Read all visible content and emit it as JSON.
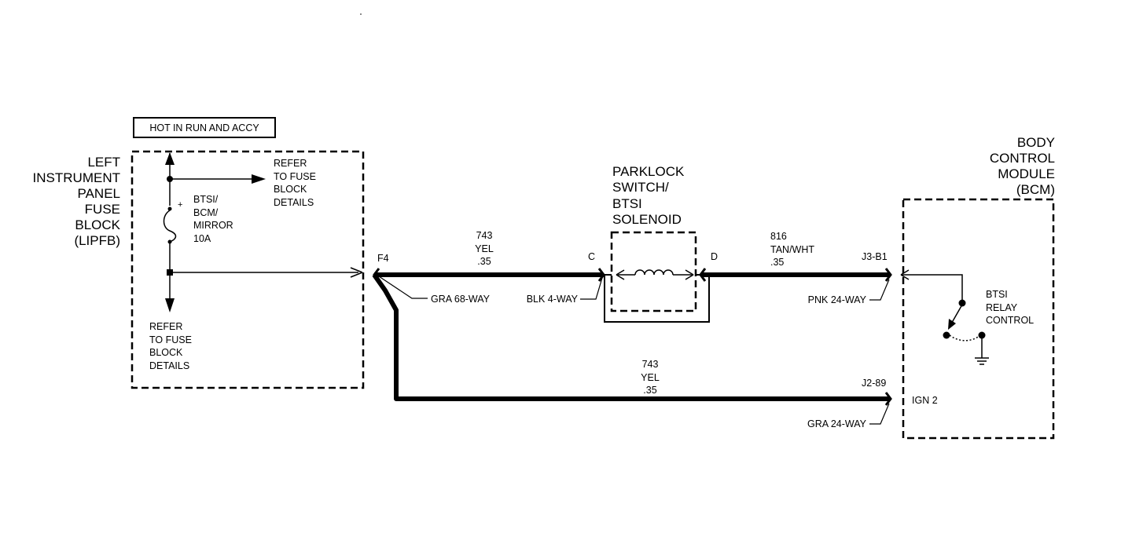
{
  "header_box": "HOT IN RUN AND ACCY",
  "fuse_block": {
    "title_lines": [
      "LEFT",
      "INSTRUMENT",
      "PANEL",
      "FUSE",
      "BLOCK",
      "(LIPFB)"
    ],
    "refer_top_lines": [
      "REFER",
      "TO FUSE",
      "BLOCK",
      "DETAILS"
    ],
    "refer_bottom_lines": [
      "REFER",
      "TO FUSE",
      "BLOCK",
      "DETAILS"
    ],
    "fuse_lines": [
      "BTSI/",
      "BCM/",
      "MIRROR",
      "10A"
    ],
    "fuse_polarity": "+",
    "output_pin": "F4"
  },
  "wire_top_left": {
    "lines": [
      "743",
      "YEL",
      ".35"
    ]
  },
  "connector_gra68": "GRA 68-WAY",
  "connector_blk4": "BLK 4-WAY",
  "solenoid": {
    "title_lines": [
      "PARKLOCK",
      "SWITCH/",
      "BTSI",
      "SOLENOID"
    ],
    "pin_in": "C",
    "pin_out": "D"
  },
  "wire_top_right": {
    "lines": [
      "816",
      "TAN/WHT",
      ".35"
    ]
  },
  "bcm_pin_top": "J3-B1",
  "connector_pnk24": "PNK 24-WAY",
  "wire_bottom": {
    "lines": [
      "743",
      "YEL",
      ".35"
    ]
  },
  "bcm_pin_bottom": "J2-89",
  "connector_gra24": "GRA 24-WAY",
  "bcm": {
    "title_lines": [
      "BODY",
      "CONTROL",
      "MODULE",
      "(BCM)"
    ],
    "relay_lines": [
      "BTSI",
      "RELAY",
      "CONTROL"
    ],
    "ign": "IGN 2"
  }
}
